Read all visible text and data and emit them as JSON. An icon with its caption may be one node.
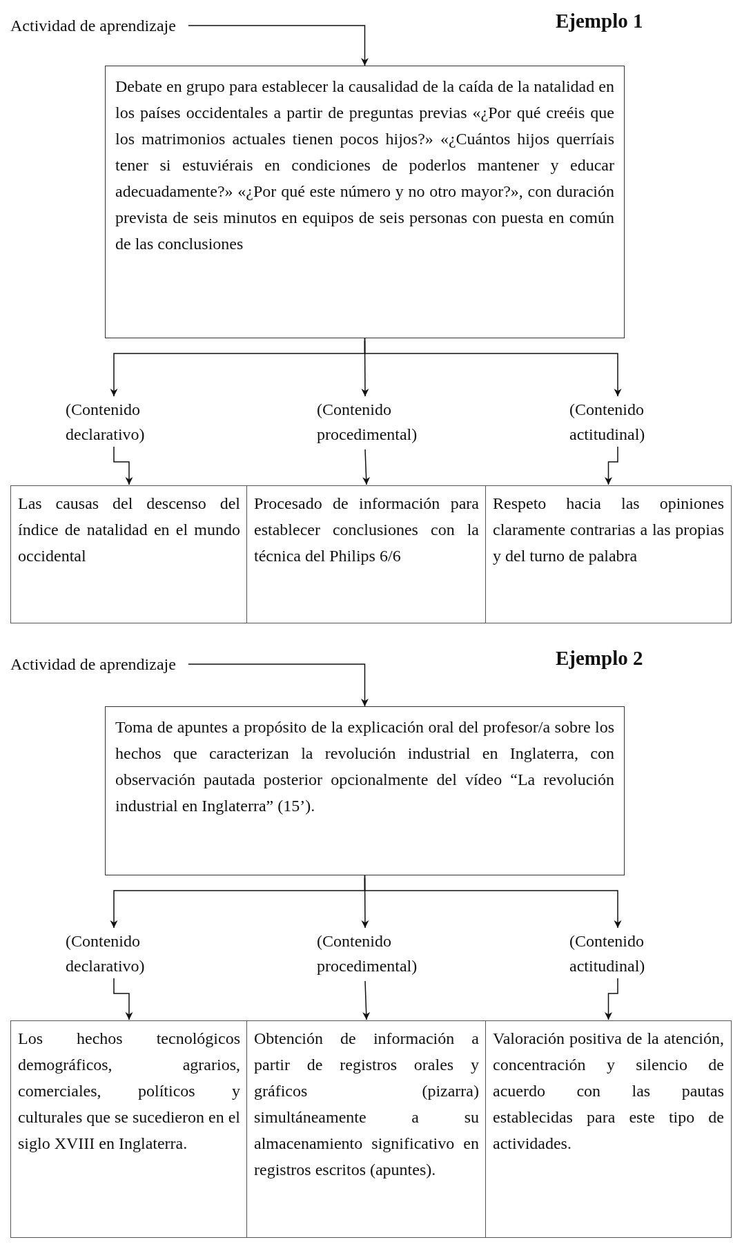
{
  "diagram": {
    "nodes": [
      {
        "text": [
          "Actividad de aprendizaje"
        ]
      },
      {
        "text": [
          "Debate en grupo para establecer la causalidad de la caída de la natalidad en los países occidentales a partir de preguntas previas «¿Por qué creéis que los matrimonios actuales tienen pocos hijos?» «¿Cuántos hijos querríais tener si estuviérais en condiciones de poderlos mantener y educar adecuadamente?» «¿Por qué este número y no otro mayor?», con duración prevista de seis minutos en equipos de seis personas con puesta en común de las conclusiones"
        ]
      },
      {
        "text": [
          "(Contenido declarativo)"
        ]
      },
      {
        "text": [
          "(Contenido procedimental)"
        ]
      },
      {
        "text": [
          "(Contenido actitudinal)"
        ]
      },
      {
        "text": [
          "Las causas del descenso del índice de natalidad en el mundo occidental"
        ]
      },
      {
        "text": [
          "Procesado de información para establecer conclusiones con la técnica del Philips 6/6"
        ]
      },
      {
        "text": [
          "Respeto hacia las opiniones claramente contrarias a las propias y del turno de palabra"
        ]
      },
      {
        "text": [
          "Actividad de aprendizaje"
        ]
      },
      {
        "text": [
          "Toma de apuntes a propósito de la explicación oral del profesor/a sobre los hechos que caracterizan la revolución industrial en Inglaterra, con observación pautada posterior opcionalmente del vídeo “La revolución industrial en Inglaterra” (15’)."
        ]
      },
      {
        "text": [
          "(Contenido declarativo)"
        ]
      },
      {
        "text": [
          "(Contenido procedimental)"
        ]
      },
      {
        "text": [
          "(Contenido actitudinal)"
        ]
      },
      {
        "text": [
          "Los hechos tecnológicos demográficos, agrarios, comerciales, políticos y culturales que se sucedieron en el siglo XVIII en Inglaterra."
        ]
      },
      {
        "text": [
          "Obtención de información a partir de registros orales y gráficos (pizarra) simultáneamente a su almacenamiento significativo en registros escritos (apuntes)."
        ]
      },
      {
        "text": [
          "Valoración positiva de la atención, concentración y silencio de acuerdo con las pautas establecidas para este tipo de actividades."
        ]
      }
    ],
    "edges": [
      {
        "from": 0,
        "to": 1,
        "arrow": "to"
      },
      {
        "from": 1,
        "to": 2,
        "arrow": "to"
      },
      {
        "from": 1,
        "to": 3,
        "arrow": "to"
      },
      {
        "from": 1,
        "to": 4,
        "arrow": "to"
      },
      {
        "from": 2,
        "to": 5,
        "arrow": "to"
      },
      {
        "from": 3,
        "to": 6,
        "arrow": "to"
      },
      {
        "from": 4,
        "to": 7,
        "arrow": "to"
      },
      {
        "from": 8,
        "to": 9,
        "arrow": "to"
      },
      {
        "from": 9,
        "to": 10,
        "arrow": "to"
      },
      {
        "from": 9,
        "to": 11,
        "arrow": "to"
      },
      {
        "from": 9,
        "to": 12,
        "arrow": "to"
      },
      {
        "from": 10,
        "to": 13,
        "arrow": "to"
      },
      {
        "from": 11,
        "to": 14,
        "arrow": "to"
      },
      {
        "from": 12,
        "to": 15,
        "arrow": "to"
      }
    ],
    "labels": [
      "Ejemplo 1",
      "Ejemplo 2"
    ]
  }
}
